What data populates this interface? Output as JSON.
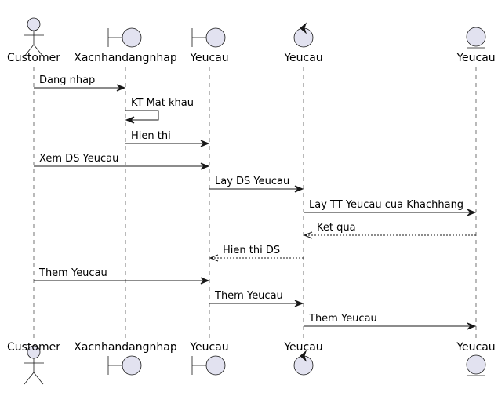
{
  "diagram": {
    "type": "sequence",
    "colors": {
      "participant_fill": "#E2E2F0",
      "line": "#181818",
      "background": "#FFFFFF"
    },
    "participants": [
      {
        "id": "customer",
        "label": "Customer",
        "kind": "actor"
      },
      {
        "id": "xacnhan",
        "label": "Xacnhandangnhap",
        "kind": "boundary"
      },
      {
        "id": "yeucau_boundary",
        "label": "Yeucau",
        "kind": "boundary"
      },
      {
        "id": "yeucau_control",
        "label": "Yeucau",
        "kind": "control"
      },
      {
        "id": "yeucau_entity",
        "label": "Yeucau",
        "kind": "entity"
      }
    ],
    "messages": [
      {
        "from": 0,
        "to": 1,
        "label": "Dang nhap",
        "style": "solid"
      },
      {
        "from": 1,
        "to": 1,
        "label": "KT Mat khau",
        "style": "solid"
      },
      {
        "from": 1,
        "to": 2,
        "label": "Hien thi",
        "style": "solid"
      },
      {
        "from": 0,
        "to": 2,
        "label": "Xem DS Yeucau",
        "style": "solid"
      },
      {
        "from": 2,
        "to": 3,
        "label": "Lay DS Yeucau",
        "style": "solid"
      },
      {
        "from": 3,
        "to": 4,
        "label": "Lay TT Yeucau cua Khachhang",
        "style": "solid"
      },
      {
        "from": 4,
        "to": 3,
        "label": "Ket qua",
        "style": "dashed"
      },
      {
        "from": 3,
        "to": 2,
        "label": "Hien thi DS",
        "style": "dashed"
      },
      {
        "from": 0,
        "to": 2,
        "label": "Them Yeucau",
        "style": "solid"
      },
      {
        "from": 2,
        "to": 3,
        "label": "Them Yeucau",
        "style": "solid"
      },
      {
        "from": 3,
        "to": 4,
        "label": "Them Yeucau",
        "style": "solid"
      }
    ]
  }
}
